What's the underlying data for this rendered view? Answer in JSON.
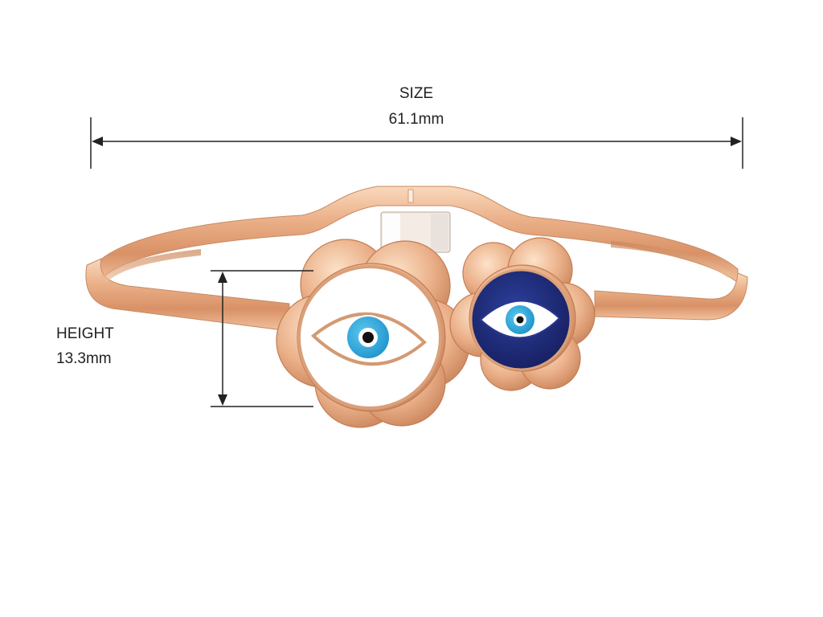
{
  "dimensions": {
    "size_title": "SIZE",
    "size_value": "61.1mm",
    "height_title": "HEIGHT",
    "height_value": "13.3mm"
  },
  "colors": {
    "gold_light": "#f7d0ae",
    "gold_mid": "#e6a57a",
    "gold_dark": "#b8744c",
    "enamel_white": "#ffffff",
    "enamel_navy": "#1d2a7a",
    "iris_blue": "#2aa9df",
    "pupil": "#111111",
    "steel_spring": "#8a7a70",
    "dimension_line": "#222222"
  },
  "icons": {
    "left_charm": "white-evil-eye-flower-charm",
    "right_charm": "navy-evil-eye-flower-charm",
    "hinge": "spring-hinge"
  }
}
